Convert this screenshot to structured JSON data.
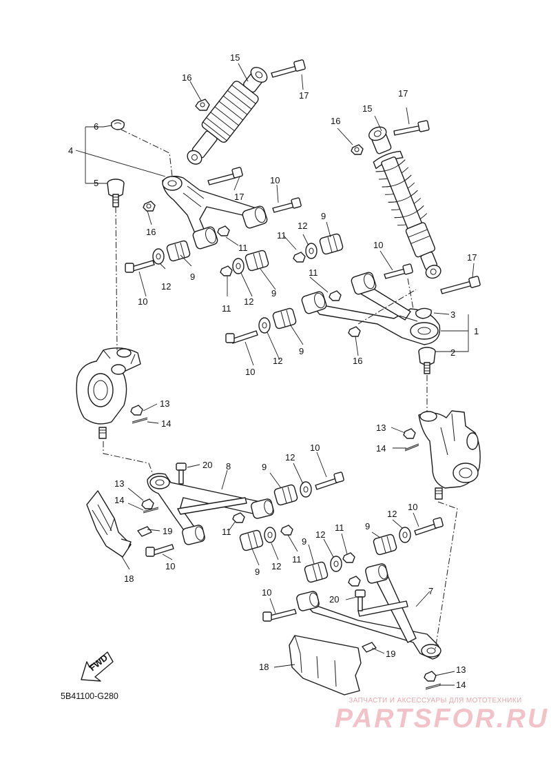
{
  "diagram_code": "5B41100-G280",
  "fwd_label": "FWD",
  "watermark": {
    "tagline": "ЗАПЧАСТИ И АКСЕССУАРЫ ДЛЯ МОТОТЕХНИКИ",
    "brand": "PARTSFOR.RU"
  },
  "callouts": [
    {
      "id": "c1",
      "label": "15"
    },
    {
      "id": "c2",
      "label": "16"
    },
    {
      "id": "c3",
      "label": "17"
    },
    {
      "id": "c4",
      "label": "6"
    },
    {
      "id": "c5",
      "label": "4"
    },
    {
      "id": "c6",
      "label": "5"
    },
    {
      "id": "c7",
      "label": "17"
    },
    {
      "id": "c8",
      "label": "10"
    },
    {
      "id": "c9",
      "label": "16"
    },
    {
      "id": "c10",
      "label": "9"
    },
    {
      "id": "c11",
      "label": "12"
    },
    {
      "id": "c12",
      "label": "11"
    },
    {
      "id": "c13",
      "label": "11"
    },
    {
      "id": "c14",
      "label": "10"
    },
    {
      "id": "c15",
      "label": "12"
    },
    {
      "id": "c16",
      "label": "9"
    },
    {
      "id": "c17",
      "label": "11"
    },
    {
      "id": "c18",
      "label": "12"
    },
    {
      "id": "c19",
      "label": "9"
    },
    {
      "id": "c20",
      "label": "17"
    },
    {
      "id": "c21",
      "label": "15"
    },
    {
      "id": "c22",
      "label": "16"
    },
    {
      "id": "c23",
      "label": "10"
    },
    {
      "id": "c24",
      "label": "17"
    },
    {
      "id": "c25",
      "label": "11"
    },
    {
      "id": "c26",
      "label": "3"
    },
    {
      "id": "c27",
      "label": "1"
    },
    {
      "id": "c28",
      "label": "2"
    },
    {
      "id": "c29",
      "label": "16"
    },
    {
      "id": "c30",
      "label": "9"
    },
    {
      "id": "c31",
      "label": "12"
    },
    {
      "id": "c32",
      "label": "10"
    },
    {
      "id": "c33",
      "label": "13"
    },
    {
      "id": "c34",
      "label": "14"
    },
    {
      "id": "c35",
      "label": "13"
    },
    {
      "id": "c36",
      "label": "14"
    },
    {
      "id": "c37",
      "label": "20"
    },
    {
      "id": "c38",
      "label": "8"
    },
    {
      "id": "c39",
      "label": "9"
    },
    {
      "id": "c40",
      "label": "12"
    },
    {
      "id": "c41",
      "label": "10"
    },
    {
      "id": "c42",
      "label": "13"
    },
    {
      "id": "c43",
      "label": "14"
    },
    {
      "id": "c44",
      "label": "19"
    },
    {
      "id": "c45",
      "label": "11"
    },
    {
      "id": "c46",
      "label": "18"
    },
    {
      "id": "c47",
      "label": "10"
    },
    {
      "id": "c48",
      "label": "9"
    },
    {
      "id": "c49",
      "label": "12"
    },
    {
      "id": "c50",
      "label": "11"
    },
    {
      "id": "c51",
      "label": "9"
    },
    {
      "id": "c52",
      "label": "12"
    },
    {
      "id": "c53",
      "label": "11"
    },
    {
      "id": "c54",
      "label": "9"
    },
    {
      "id": "c55",
      "label": "12"
    },
    {
      "id": "c56",
      "label": "10"
    },
    {
      "id": "c57",
      "label": "7"
    },
    {
      "id": "c58",
      "label": "20"
    },
    {
      "id": "c59",
      "label": "10"
    },
    {
      "id": "c60",
      "label": "19"
    },
    {
      "id": "c61",
      "label": "18"
    },
    {
      "id": "c62",
      "label": "13"
    },
    {
      "id": "c63",
      "label": "14"
    }
  ]
}
